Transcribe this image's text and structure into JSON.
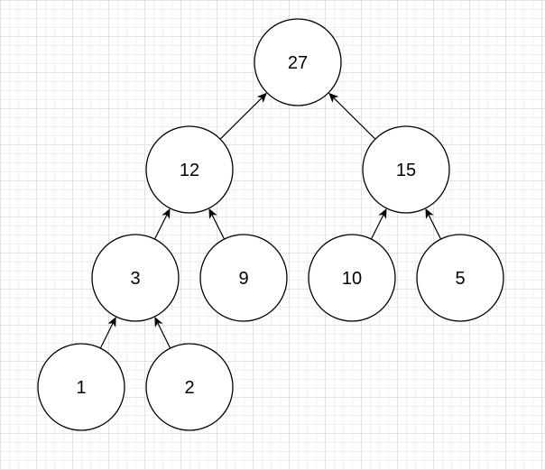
{
  "tree": {
    "nodes": [
      {
        "id": "n27",
        "label": "27"
      },
      {
        "id": "n12",
        "label": "12"
      },
      {
        "id": "n15",
        "label": "15"
      },
      {
        "id": "n3",
        "label": "3"
      },
      {
        "id": "n9",
        "label": "9"
      },
      {
        "id": "n10",
        "label": "10"
      },
      {
        "id": "n5",
        "label": "5"
      },
      {
        "id": "n1",
        "label": "1"
      },
      {
        "id": "n2",
        "label": "2"
      }
    ],
    "edges": [
      {
        "from": "n12",
        "to": "n27"
      },
      {
        "from": "n15",
        "to": "n27"
      },
      {
        "from": "n3",
        "to": "n12"
      },
      {
        "from": "n9",
        "to": "n12"
      },
      {
        "from": "n10",
        "to": "n15"
      },
      {
        "from": "n5",
        "to": "n15"
      },
      {
        "from": "n1",
        "to": "n3"
      },
      {
        "from": "n2",
        "to": "n3"
      }
    ]
  }
}
